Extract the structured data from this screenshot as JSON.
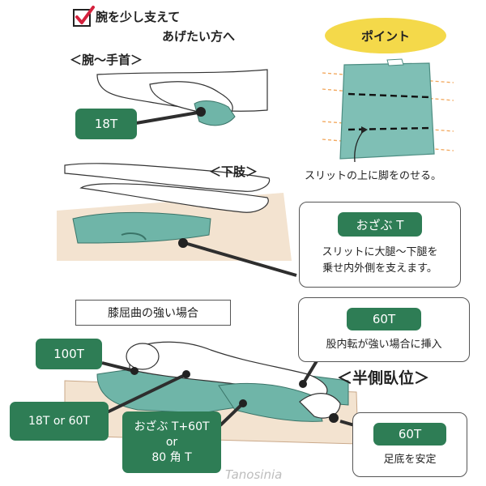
{
  "top": {
    "checkbox_title_line1": "腕を少し支えて",
    "checkbox_title_line2": "あげたい方へ",
    "arm_section_label": "＜腕～手首＞",
    "arm_tag": "18T"
  },
  "point": {
    "badge": "ポイント",
    "caption": "スリットの上に脚をのせる。"
  },
  "legs": {
    "section_label": "＜下肢＞",
    "callout_title": "おざぶ T",
    "callout_line1": "スリットに大腿～下腿を",
    "callout_line2": "乗せ内外側を支えます。"
  },
  "knee": {
    "section_label": "膝屈曲の強い場合",
    "tag_100t": "100T",
    "tag_18t_60t": "18T or 60T",
    "tag_combo_line1": "おざぶ T+60T",
    "tag_combo_line2": "or",
    "tag_combo_line3": "80 角 T",
    "callout_hip_title": "60T",
    "callout_hip_text": "股内転が強い場合に挿入",
    "side_lying_label": "＜半側臥位＞",
    "callout_foot_title": "60T",
    "callout_foot_text": "足底を安定"
  },
  "watermark": "Tanosinia",
  "colors": {
    "green": "#2e7d55",
    "teal_cushion": "#6fb5a8",
    "yellow": "#f4d94a",
    "skin": "#f3e3d0",
    "check": "#d4213d"
  }
}
